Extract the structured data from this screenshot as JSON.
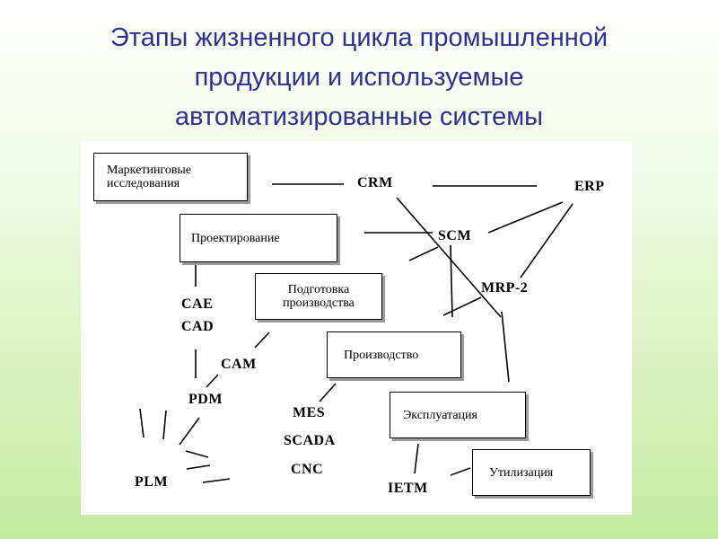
{
  "title": {
    "line1": "Этапы жизненного цикла промышленной",
    "line2": "продукции и используемые",
    "line3": "автоматизированные системы"
  },
  "boxes": {
    "marketing": {
      "line1": "Маркетинговые",
      "line2": "исследования"
    },
    "design": "Проектирование",
    "prep": {
      "line1": "Подготовка",
      "line2": "производства"
    },
    "production": "Производство",
    "operation": "Эксплуатация",
    "disposal": "Утилизация"
  },
  "labels": {
    "crm": "CRM",
    "erp": "ERP",
    "scm": "SCM",
    "mrp2": "MRP-2",
    "cae": "CAE",
    "cad": "CAD",
    "cam": "CAM",
    "pdm": "PDM",
    "mes": "MES",
    "scada": "SCADA",
    "cnc": "CNC",
    "plm": "PLM",
    "ietm": "IETM"
  },
  "colors": {
    "title": "#2e3192",
    "background_top": "#ffffff",
    "background_bottom": "#c3eba1"
  }
}
